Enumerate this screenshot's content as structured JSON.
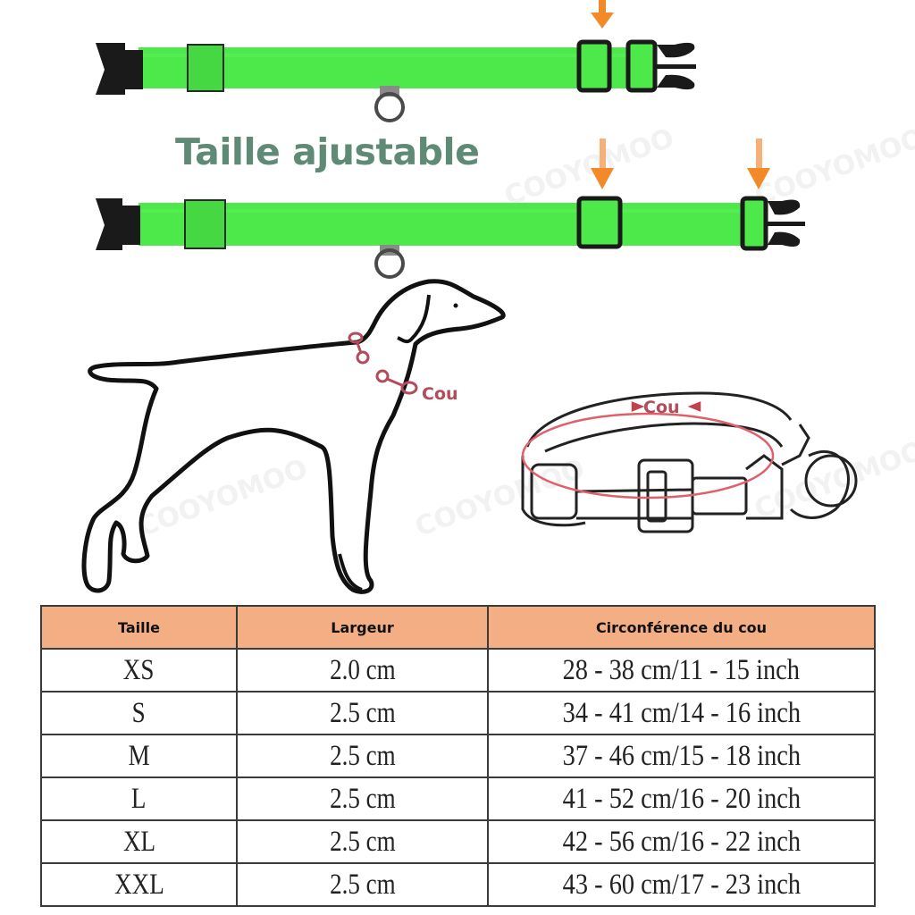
{
  "header": {
    "title": "Taille ajustable",
    "title_color": "#5f8a75"
  },
  "illustrations": {
    "collar_top": {
      "color": "#4de84a",
      "arrows": 1,
      "arrow_color": "#f28a2a"
    },
    "collar_bottom": {
      "color": "#4de84a",
      "arrows": 2,
      "arrow_color": "#f28a2a"
    },
    "dog_label": "Cou",
    "collar_diagram_label": "Cou",
    "measure_color": "#b24b5c"
  },
  "watermark": "COOYOMOO",
  "size_table": {
    "header_color": "#f3ae84",
    "columns": [
      "Taille",
      "Largeur",
      "Circonférence du cou"
    ],
    "rows": [
      {
        "size": "XS",
        "width": "2.0 cm",
        "neck": "28 - 38 cm/11 - 15 inch"
      },
      {
        "size": "S",
        "width": "2.5 cm",
        "neck": "34 - 41 cm/14 - 16 inch"
      },
      {
        "size": "M",
        "width": "2.5 cm",
        "neck": "37 - 46 cm/15 - 18 inch"
      },
      {
        "size": "L",
        "width": "2.5 cm",
        "neck": "41 - 52 cm/16 - 20 inch"
      },
      {
        "size": "XL",
        "width": "2.5 cm",
        "neck": "42 - 56 cm/16 - 22 inch"
      },
      {
        "size": "XXL",
        "width": "2.5 cm",
        "neck": "43 - 60 cm/17 - 23 inch"
      }
    ]
  }
}
